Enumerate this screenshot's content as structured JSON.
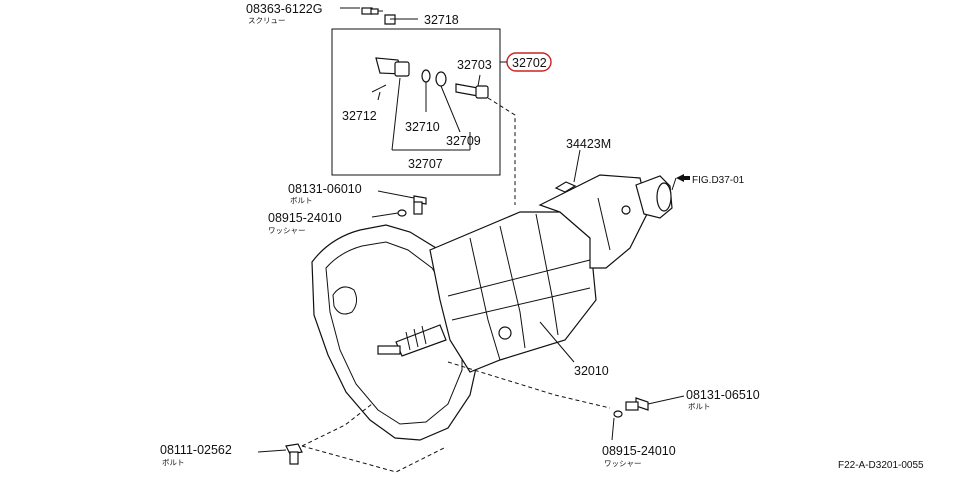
{
  "diagram": {
    "callouts": {
      "p08363": "08363-6122G",
      "p08363_sub": "スクリュー",
      "p32718": "32718",
      "p32703": "32703",
      "p32702": "32702",
      "p32712": "32712",
      "p32710": "32710",
      "p32709": "32709",
      "p32707": "32707",
      "p34423": "34423M",
      "fig_ref": "FIG.D37-01",
      "p08131a": "08131-06010",
      "p08131a_sub": "ボルト",
      "p08915a": "08915-24010",
      "p08915a_sub": "ワッシャー",
      "p32010": "32010",
      "p08131b": "08131-06510",
      "p08131b_sub": "ボルト",
      "p08915b": "08915-24010",
      "p08915b_sub": "ワッシャー",
      "p08111": "08111-02562",
      "p08111_sub": "ボルト"
    },
    "highlight_color": "#cc2222",
    "drawing_ref": "F22-A-D3201-0055"
  }
}
